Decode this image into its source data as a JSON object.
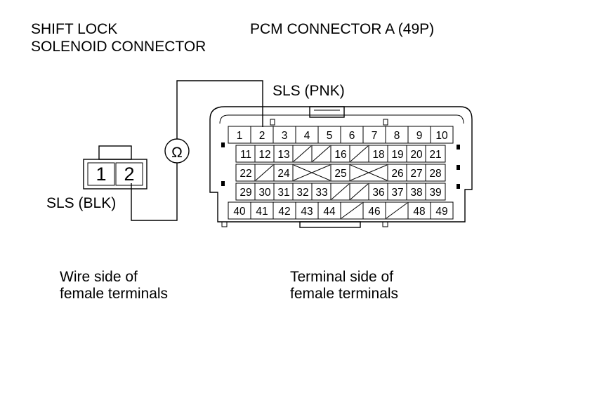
{
  "labels": {
    "shift_lock_line1": "SHIFT LOCK",
    "shift_lock_line2": "SOLENOID CONNECTOR",
    "pcm_title": "PCM CONNECTOR A (49P)",
    "sls_pnk": "SLS (PNK)",
    "sls_blk": "SLS (BLK)",
    "wire_side_line1": "Wire side of",
    "wire_side_line2": "female terminals",
    "terminal_side_line1": "Terminal side of",
    "terminal_side_line2": "female terminals",
    "ohm_symbol": "Ω"
  },
  "solenoid_connector": {
    "pins": [
      "1",
      "2"
    ]
  },
  "pcm_connector": {
    "row1": [
      "1",
      "2",
      "3",
      "4",
      "5",
      "6",
      "7",
      "8",
      "9",
      "10"
    ],
    "row2": [
      "11",
      "12",
      "13",
      "",
      "",
      "16",
      "",
      "18",
      "19",
      "20",
      "21"
    ],
    "row3": [
      "22",
      "",
      "24",
      "",
      "25",
      "",
      "26",
      "27",
      "28"
    ],
    "row4": [
      "29",
      "30",
      "31",
      "32",
      "33",
      "",
      "",
      "36",
      "37",
      "38",
      "39"
    ],
    "row5": [
      "40",
      "41",
      "42",
      "43",
      "44",
      "",
      "46",
      "",
      "48",
      "49"
    ]
  }
}
